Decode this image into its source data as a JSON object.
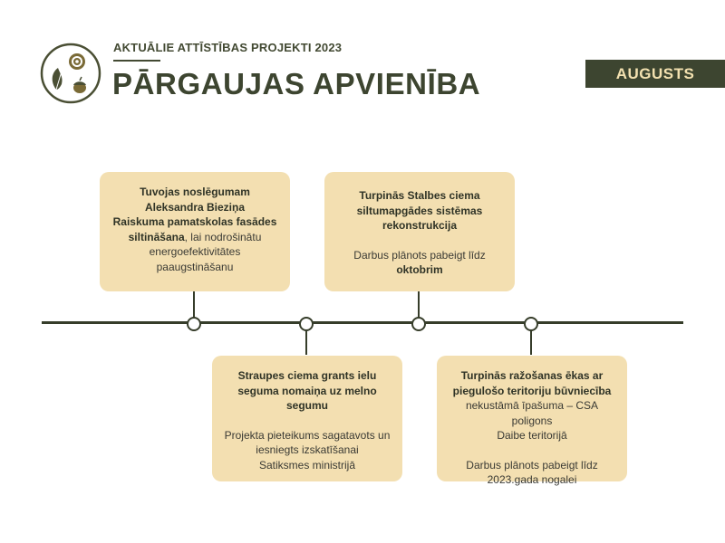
{
  "header": {
    "kicker": "AKTUĀLIE ATTĪSTĪBAS PROJEKTI 2023",
    "title": "PĀRGAUJAS APVIENĪBA",
    "month": "AUGUSTS",
    "logo_icon": "oak-leaf-flower-emblem-icon"
  },
  "colors": {
    "dark_green": "#3d4530",
    "card_bg": "#f3dfb1",
    "month_text": "#f3e1b0"
  },
  "projects": [
    {
      "title_bold_1": "Tuvojas noslēgumam",
      "title_bold_2": "Aleksandra Bieziņa",
      "title_bold_3": "Raiskuma pamatskolas fasādes",
      "title_bold_4": "siltināšana",
      "title_rest": ", lai nodrošinātu",
      "line_5": "energoefektivitātes",
      "line_6": "paaugstināšanu"
    },
    {
      "title_1": "Straupes ciema grants ielu",
      "title_2": "seguma nomaiņa uz melno",
      "title_3": "segumu",
      "desc_1": "Projekta pieteikums sagatavots un",
      "desc_2": "iesniegts izskatīšanai",
      "desc_3": "Satiksmes ministrijā"
    },
    {
      "title_1": "Turpinās Stalbes ciema",
      "title_2": "siltumapgādes sistēmas",
      "title_3": "rekonstrukcija",
      "desc_1": "Darbus plānots pabeigt līdz",
      "desc_bold": "oktobrim"
    },
    {
      "title_1": "Turpinās ražošanas ēkas ar",
      "title_2": "piegulošo teritoriju būvniecība",
      "desc_1": "nekustāmā īpašuma – CSA poligons",
      "desc_2": "Daibe teritorijā",
      "desc_3": "Darbus plānots pabeigt līdz",
      "desc_4": "2023.gada nogalei"
    }
  ]
}
